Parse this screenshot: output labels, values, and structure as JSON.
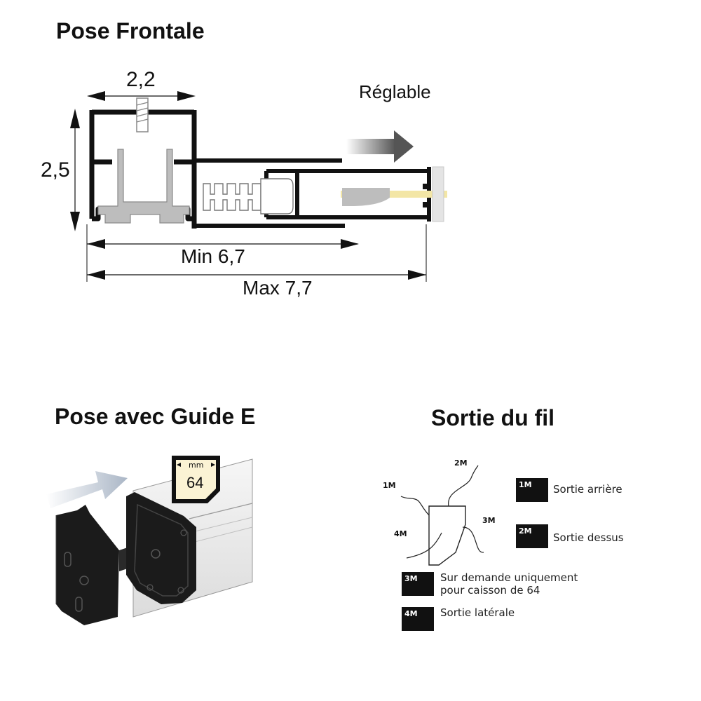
{
  "sections": {
    "frontale_title": "Pose Frontale",
    "guide_title": "Pose avec Guide E",
    "sortie_title": "Sortie du fil"
  },
  "frontale": {
    "width_label": "2,2",
    "height_label": "2,5",
    "adjustable_label": "Réglable",
    "min_label": "Min 6,7",
    "max_label": "Max 7,7"
  },
  "guide": {
    "badge_unit": "mm",
    "badge_value": "64"
  },
  "sortie": {
    "diagram_labels": {
      "one": "1M",
      "two": "2M",
      "three": "3M",
      "four": "4M"
    },
    "legend": [
      {
        "code": "1M",
        "text_lines": [
          "Sortie arrière"
        ]
      },
      {
        "code": "2M",
        "text_lines": [
          "Sortie dessus"
        ]
      },
      {
        "code": "3M",
        "text_lines": [
          "Sur demande uniquement",
          "pour caisson de 64"
        ]
      },
      {
        "code": "4M",
        "text_lines": [
          "Sortie latérale"
        ]
      }
    ]
  },
  "colors": {
    "profile": "#111111",
    "insert_grey": "#bdbdbd",
    "arrow_grey": "#555555",
    "badge_fill": "#fbf3d4",
    "yellow_strip": "#f3e6a6"
  }
}
